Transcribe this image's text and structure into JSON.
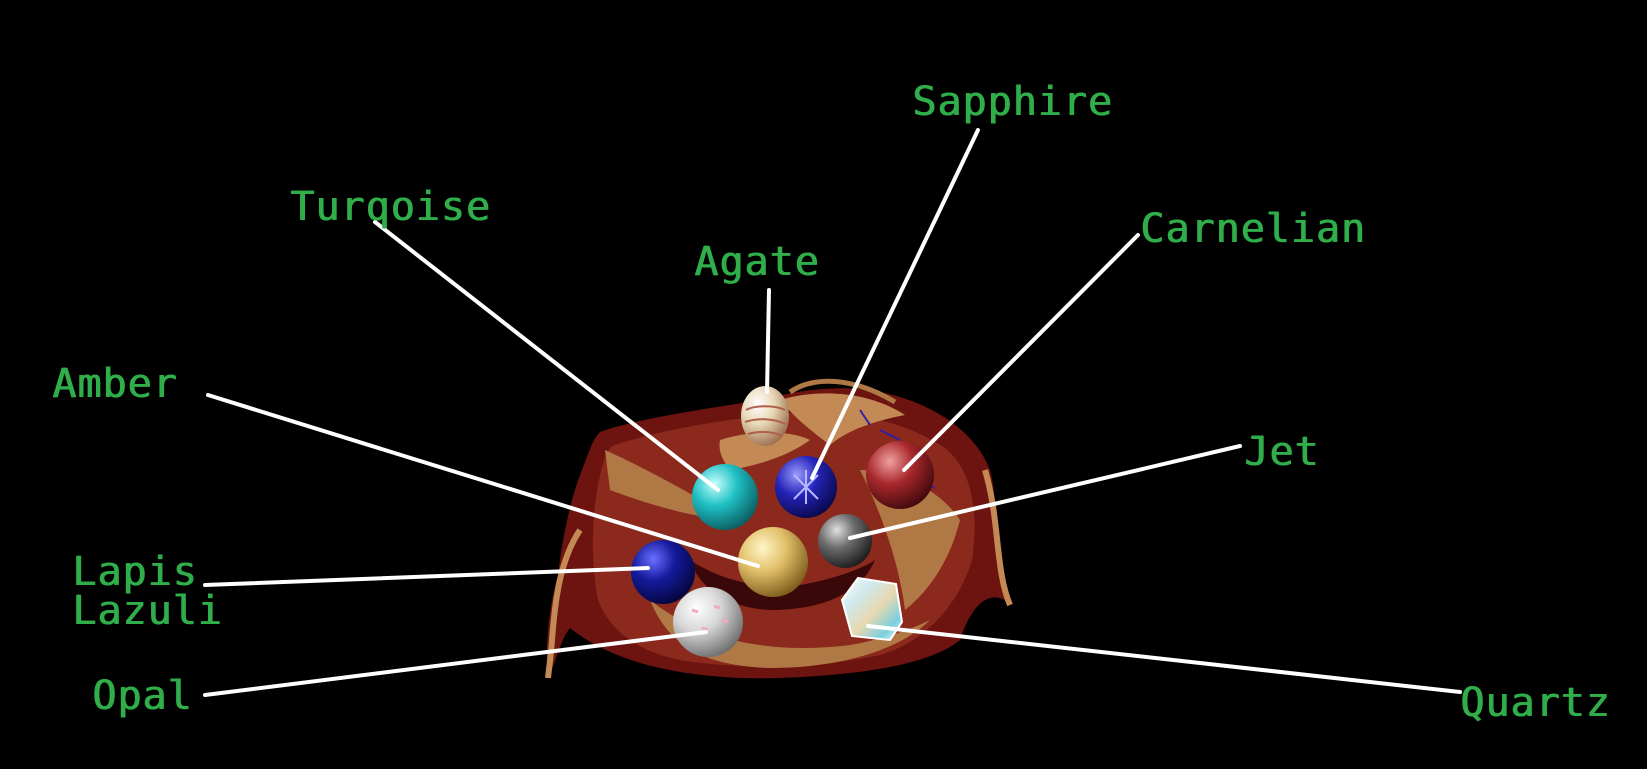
{
  "colors": {
    "background": "#000000",
    "label": "#2fae4a",
    "leader": "#ffffff",
    "pouch_dark": "#6e1410",
    "pouch_mid": "#8b2a1c",
    "pouch_leather": "#b07845",
    "pouch_light": "#c48a55"
  },
  "labels": {
    "sapphire": "Sapphire",
    "turquoise": "Turqoise",
    "agate": "Agate",
    "carnelian": "Carnelian",
    "amber": "Amber",
    "jet": "Jet",
    "lapis_line1": "Lapis",
    "lapis_line2": "Lazuli",
    "opal": "Opal",
    "quartz": "Quartz"
  },
  "gems": {
    "agate": "#e8d9b8",
    "turquoise": "#1fc0c4",
    "sapphire": "#2424b8",
    "carnelian": "#a8282c",
    "jet": "#6a6a6a",
    "amber": "#e2c06a",
    "lapis": "#141a9c",
    "opal": "#d6d6d6",
    "quartz": "#cfe8ea"
  }
}
